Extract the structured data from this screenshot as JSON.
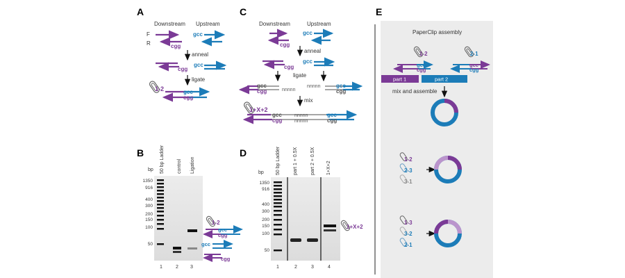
{
  "colors": {
    "purple": "#7b3a96",
    "blue": "#1c7cb8",
    "gray": "#8a8a8a",
    "light_purple": "#bb94cc",
    "light_blue": "#8cbcdc",
    "panel_e_bg": "#ececec",
    "gel_bg": "#e2e2e2"
  },
  "panelA": {
    "letter": "A",
    "downstream": "Downstream",
    "upstream": "Upstream",
    "F": "F",
    "R": "R",
    "gcc": "gcc",
    "cgg": "cgg",
    "anneal": "anneal",
    "ligate": "ligate",
    "clip": "1-2"
  },
  "panelB": {
    "letter": "B",
    "bp": "bp",
    "lanes": [
      "50 bp Ladder",
      "control",
      "Ligation"
    ],
    "ladder": [
      "1350",
      "916",
      "400",
      "300",
      "200",
      "150",
      "100",
      "50"
    ],
    "lane_numbers": [
      "1",
      "2",
      "3"
    ],
    "clip": "1-2",
    "gcc": "gcc",
    "cgg": "cgg"
  },
  "panelC": {
    "letter": "C",
    "downstream": "Downstream",
    "upstream": "Upstream",
    "gcc": "gcc",
    "cgg": "cgg",
    "nnnnn": "nnnnn",
    "anneal": "anneal",
    "ligate": "ligate",
    "mix": "mix",
    "clip": "1+X+2"
  },
  "panelD": {
    "letter": "D",
    "bp": "bp",
    "lanes": [
      "50 bp Ladder",
      "part 1 + 0.5X",
      "part 2 + 0.5X",
      "1+X+2"
    ],
    "ladder": [
      "1350",
      "916",
      "400",
      "300",
      "200",
      "150",
      "100",
      "50"
    ],
    "lane_numbers": [
      "1",
      "2",
      "3",
      "4"
    ],
    "clip": "1+X+2"
  },
  "panelE": {
    "letter": "E",
    "title": "PaperClip assembly",
    "clip12": "1-2",
    "clip21": "2-1",
    "gcc": "gcc",
    "cgg": "cgg",
    "part1": "part 1",
    "part2": "part 2",
    "mix": "mix and assemble",
    "set1": [
      "1-2",
      "2-3",
      "3-1"
    ],
    "set2": [
      "1-3",
      "3-2",
      "2-1"
    ]
  }
}
